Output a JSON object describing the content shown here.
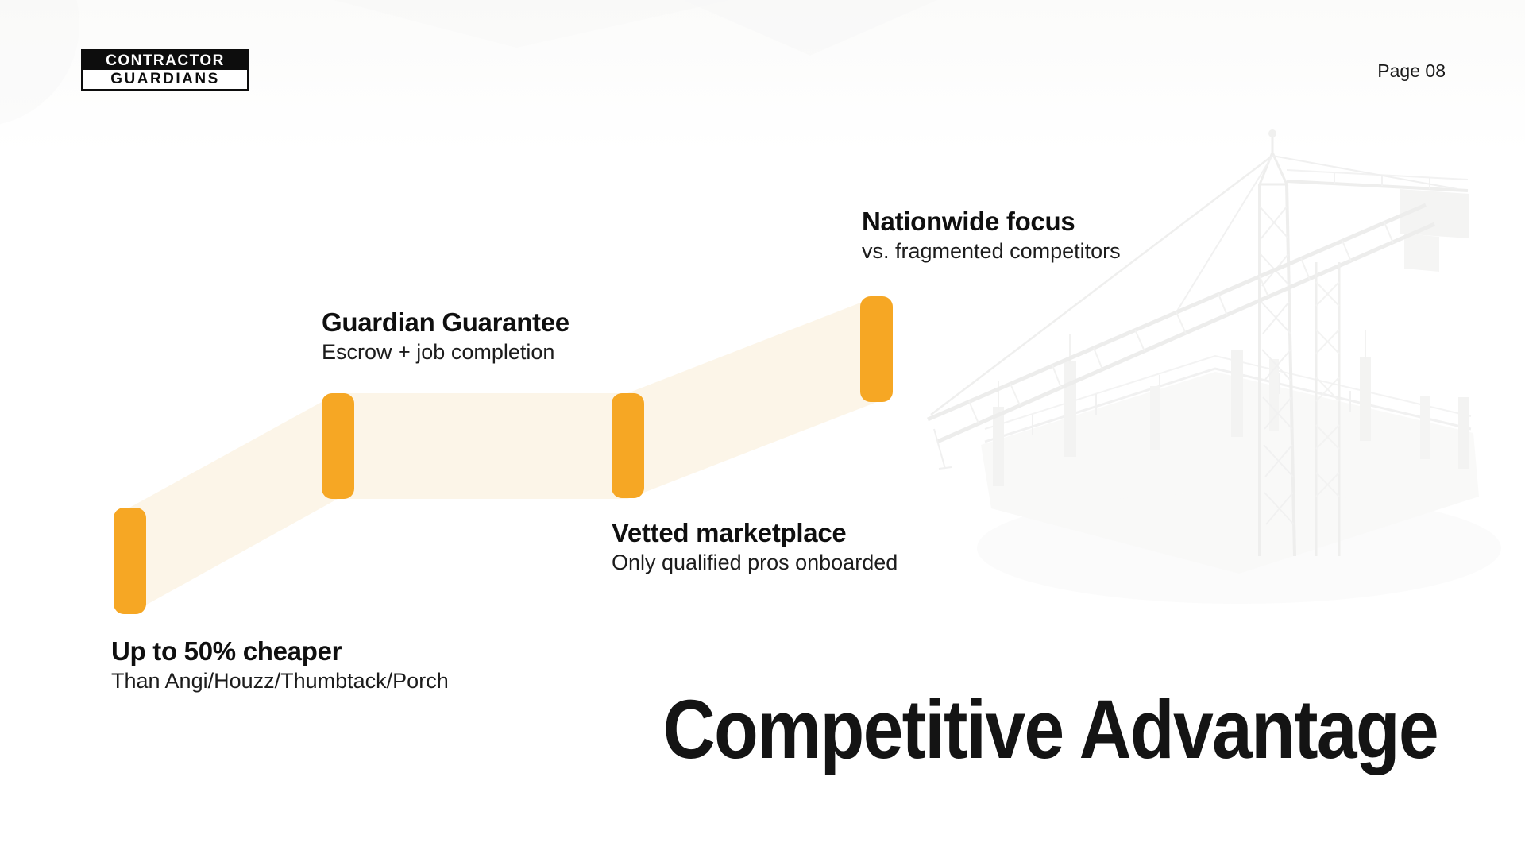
{
  "logo": {
    "line1": "CONTRACTOR",
    "line2": "GUARDIANS"
  },
  "header": {
    "page_label": "Page 08"
  },
  "title": "Competitive Advantage",
  "milestones": [
    {
      "title": "Up to 50% cheaper",
      "subtitle": "Than Angi/Houzz/Thumbtack/Porch"
    },
    {
      "title": "Guardian Guarantee",
      "subtitle": "Escrow + job completion"
    },
    {
      "title": "Vetted marketplace",
      "subtitle": "Only qualified pros onboarded"
    },
    {
      "title": "Nationwide focus",
      "subtitle": "vs. fragmented competitors"
    }
  ],
  "colors": {
    "accent_orange": "#F6A724",
    "ribbon_cream": "#FCF4E5",
    "text_dark": "#141414",
    "crane_gray": "#E3E3E3",
    "logo_black": "#0D0D0D"
  },
  "icons": {
    "background_illustration": "construction-crane-illustration"
  }
}
